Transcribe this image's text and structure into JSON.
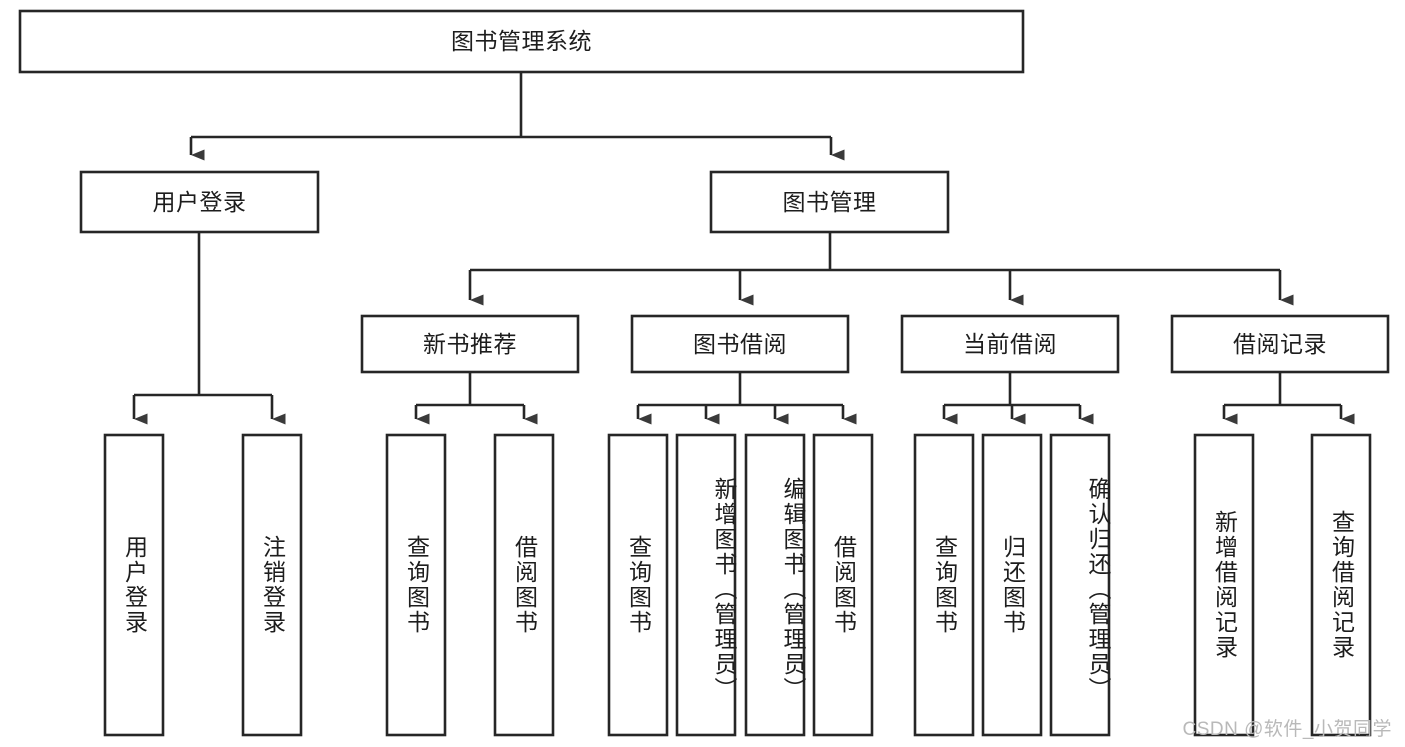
{
  "diagram": {
    "title": "图书管理系统",
    "type": "hierarchy-tree",
    "orientation": "top-down",
    "colors": {
      "box_stroke": "#262626",
      "box_fill": "#ffffff",
      "connector": "#262626",
      "arrow": "#3a3a3a",
      "text": "#1d1d1d",
      "watermark": "#b9b9b9",
      "background": "#ffffff"
    },
    "levels": [
      {
        "level": 1,
        "nodes": [
          {
            "id": "root",
            "label": "图书管理系统",
            "orientation": "horizontal"
          }
        ]
      },
      {
        "level": 2,
        "nodes": [
          {
            "id": "user-login",
            "label": "用户登录",
            "orientation": "horizontal",
            "parent": "root"
          },
          {
            "id": "book-manage",
            "label": "图书管理",
            "orientation": "horizontal",
            "parent": "root"
          }
        ]
      },
      {
        "level": 3,
        "nodes": [
          {
            "id": "new-book-rec",
            "label": "新书推荐",
            "orientation": "horizontal",
            "parent": "book-manage"
          },
          {
            "id": "book-borrow",
            "label": "图书借阅",
            "orientation": "horizontal",
            "parent": "book-manage"
          },
          {
            "id": "current-borrow",
            "label": "当前借阅",
            "orientation": "horizontal",
            "parent": "book-manage"
          },
          {
            "id": "borrow-record",
            "label": "借阅记录",
            "orientation": "horizontal",
            "parent": "book-manage"
          }
        ]
      },
      {
        "level": 4,
        "nodes": [
          {
            "id": "leaf-user-login",
            "label": "用户登录",
            "orientation": "vertical",
            "parent": "user-login"
          },
          {
            "id": "leaf-user-logout",
            "label": "注销登录",
            "orientation": "vertical",
            "parent": "user-login"
          },
          {
            "id": "leaf-query-book-1",
            "label": "查询图书",
            "orientation": "vertical",
            "parent": "new-book-rec"
          },
          {
            "id": "leaf-borrow-book-1",
            "label": "借阅图书",
            "orientation": "vertical",
            "parent": "new-book-rec"
          },
          {
            "id": "leaf-query-book-2",
            "label": "查询图书",
            "orientation": "vertical",
            "parent": "book-borrow"
          },
          {
            "id": "leaf-add-book",
            "label": "新增图书（管理员）",
            "orientation": "vertical",
            "parent": "book-borrow"
          },
          {
            "id": "leaf-edit-book",
            "label": "编辑图书（管理员）",
            "orientation": "vertical",
            "parent": "book-borrow"
          },
          {
            "id": "leaf-borrow-book-2",
            "label": "借阅图书",
            "orientation": "vertical",
            "parent": "book-borrow"
          },
          {
            "id": "leaf-query-book-3",
            "label": "查询图书",
            "orientation": "vertical",
            "parent": "current-borrow"
          },
          {
            "id": "leaf-return-book",
            "label": "归还图书",
            "orientation": "vertical",
            "parent": "current-borrow"
          },
          {
            "id": "leaf-confirm-return",
            "label": "确认归还（管理员）",
            "orientation": "vertical",
            "parent": "current-borrow"
          },
          {
            "id": "leaf-add-record",
            "label": "新增借阅记录",
            "orientation": "vertical",
            "parent": "borrow-record"
          },
          {
            "id": "leaf-query-record",
            "label": "查询借阅记录",
            "orientation": "vertical",
            "parent": "borrow-record"
          }
        ]
      }
    ],
    "watermark": "CSDN @软件_小贺同学"
  }
}
